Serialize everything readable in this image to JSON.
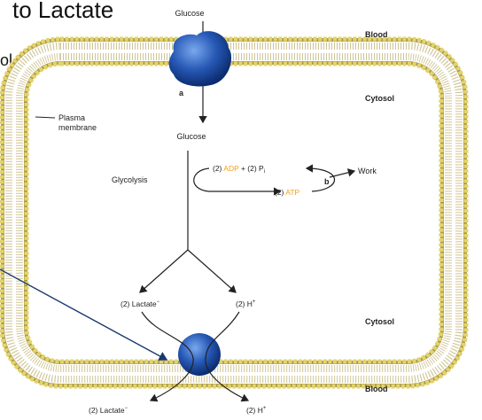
{
  "slide": {
    "title_fragment": "to Lactate",
    "left_edge_fragment": "ol"
  },
  "diagram": {
    "glucose_outside": "Glucose",
    "glucose_inside": "Glucose",
    "blood_top": "Blood",
    "blood_bottom": "Blood",
    "cytosol_top": "Cytosol",
    "cytosol_bottom": "Cytosol",
    "plasma_membrane_line1": "Plasma",
    "plasma_membrane_line2": "membrane",
    "step_a": "a",
    "step_b": "b",
    "glycolysis": "Glycolysis",
    "adp_coef": "(2) ",
    "adp": "ADP",
    "pi_part": " + (2) P",
    "pi_sub": "i",
    "atp_coef": "(2) ",
    "atp": "ATP",
    "work": "Work",
    "lactate_inside": "(2) Lactate",
    "lactate_charge": "−",
    "h_inside": "(2) H",
    "h_charge": "+",
    "lactate_outside": "(2) Lactate",
    "lactate_outside_charge": "−",
    "h_outside": "(2) H",
    "h_outside_charge": "+"
  },
  "colors": {
    "transporter": "#1d4fa8",
    "membrane_head": "#e4d36a",
    "highlight_text": "#f0a020",
    "pointer_line": "#1a3a6e"
  }
}
